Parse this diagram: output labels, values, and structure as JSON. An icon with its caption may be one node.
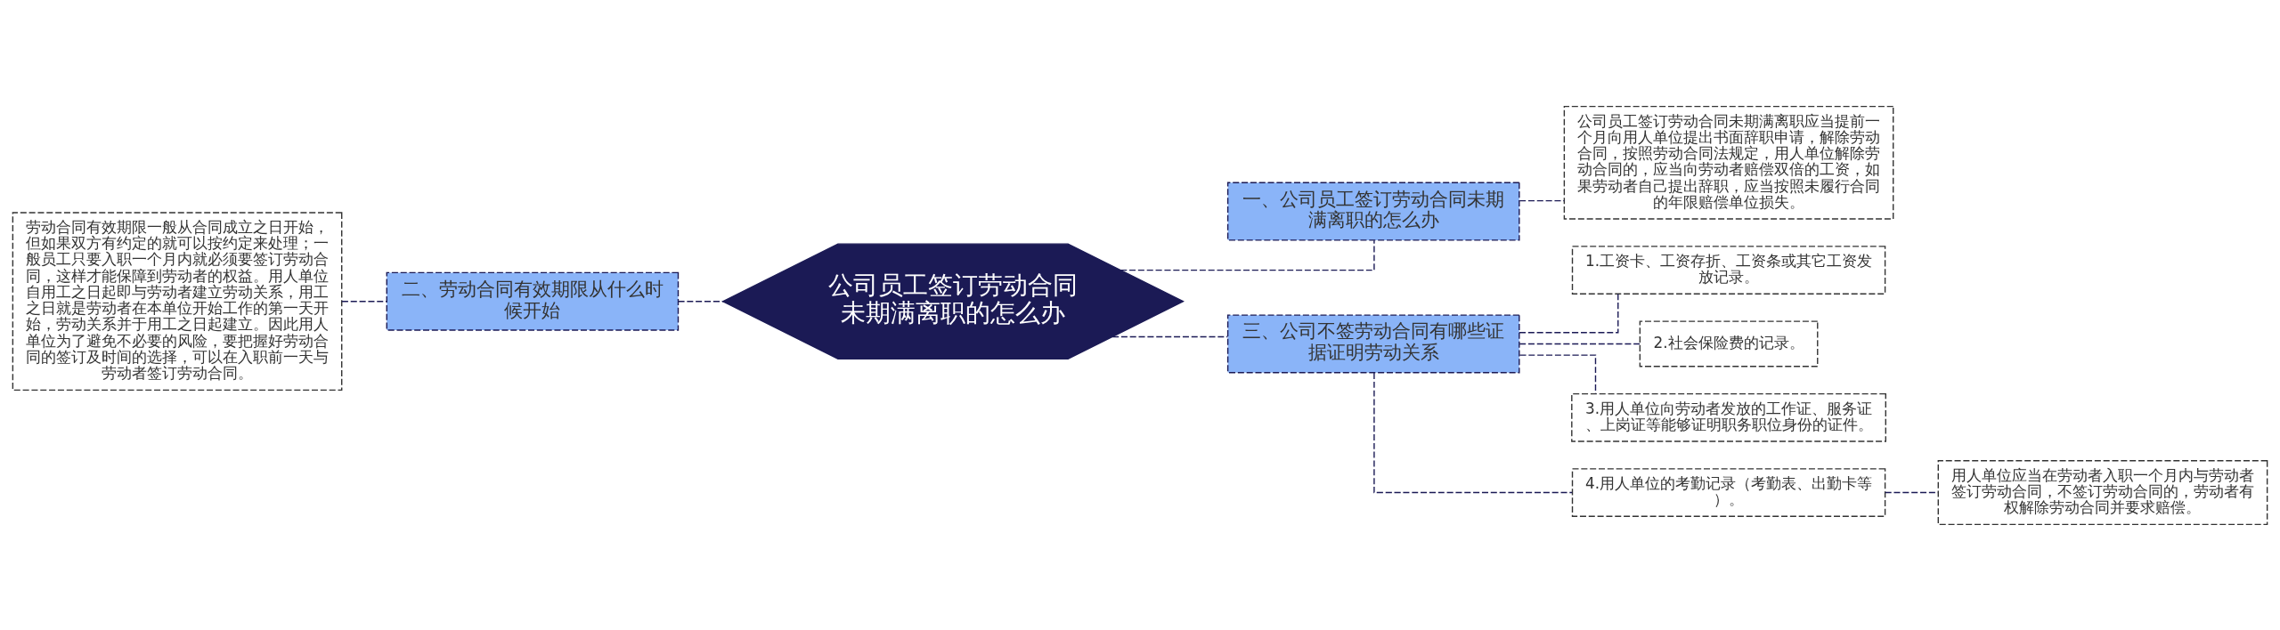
{
  "diagram": {
    "nodes": [
      {
        "text": [
          "公司员工签订劳动合同未期满离职的怎么办"
        ]
      },
      {
        "text": [
          "一、公司员工签订劳动合同未期满离职的怎么办"
        ]
      },
      {
        "text": [
          "公司员工签订劳动合同未期满离职应当提前一个月向用人单位提出书面辞职申请，解除劳动合同，按照劳动合同法规定，用人单位解除劳动合同的，应当向劳动者赔偿双倍的工资，如果劳动者自己提出辞职，应当按照未履行合同的年限赔偿单位损失。"
        ]
      },
      {
        "text": [
          "二、劳动合同有效期限从什么时候开始"
        ]
      },
      {
        "text": [
          "劳动合同有效期限一般从合同成立之日开始，但如果双方有约定的就可以按约定来处理；一般员工只要入职一个月内就必须要签订劳动合同，这样才能保障到劳动者的权益。用人单位自用工之日起即与劳动者建立劳动关系，用工之日就是劳动者在本单位开始工作的第一天开始，劳动关系并于用工之日起建立。因此用人单位为了避免不必要的风险，要把握好劳动合同的签订及时间的选择，可以在入职前一天与劳动者签订劳动合同。"
        ]
      },
      {
        "text": [
          "三、公司不签劳动合同有哪些证据证明劳动关系"
        ]
      },
      {
        "text": [
          "1.工资卡、工资存折、工资条或其它工资发放记录。"
        ]
      },
      {
        "text": [
          "2.社会保险费的记录。"
        ]
      },
      {
        "text": [
          "3.用人单位向劳动者发放的工作证、服务证、上岗证等能够证明职务职位身份的证件。"
        ]
      },
      {
        "text": [
          "4.用人单位的考勤记录（考勤表、出勤卡等）。"
        ]
      },
      {
        "text": [
          "用人单位应当在劳动者入职一个月内与劳动者签订劳动合同，不签订劳动合同的，劳动者有权解除劳动合同并要求赔偿。"
        ]
      }
    ],
    "edges": [
      {
        "from": 0,
        "to": 1,
        "arrow": "none"
      },
      {
        "from": 1,
        "to": 2,
        "arrow": "none"
      },
      {
        "from": 0,
        "to": 3,
        "arrow": "none"
      },
      {
        "from": 3,
        "to": 4,
        "arrow": "none"
      },
      {
        "from": 0,
        "to": 5,
        "arrow": "none"
      },
      {
        "from": 5,
        "to": 6,
        "arrow": "none"
      },
      {
        "from": 5,
        "to": 7,
        "arrow": "none"
      },
      {
        "from": 5,
        "to": 8,
        "arrow": "none"
      },
      {
        "from": 5,
        "to": 9,
        "arrow": "none"
      },
      {
        "from": 9,
        "to": 10,
        "arrow": "none"
      }
    ]
  }
}
